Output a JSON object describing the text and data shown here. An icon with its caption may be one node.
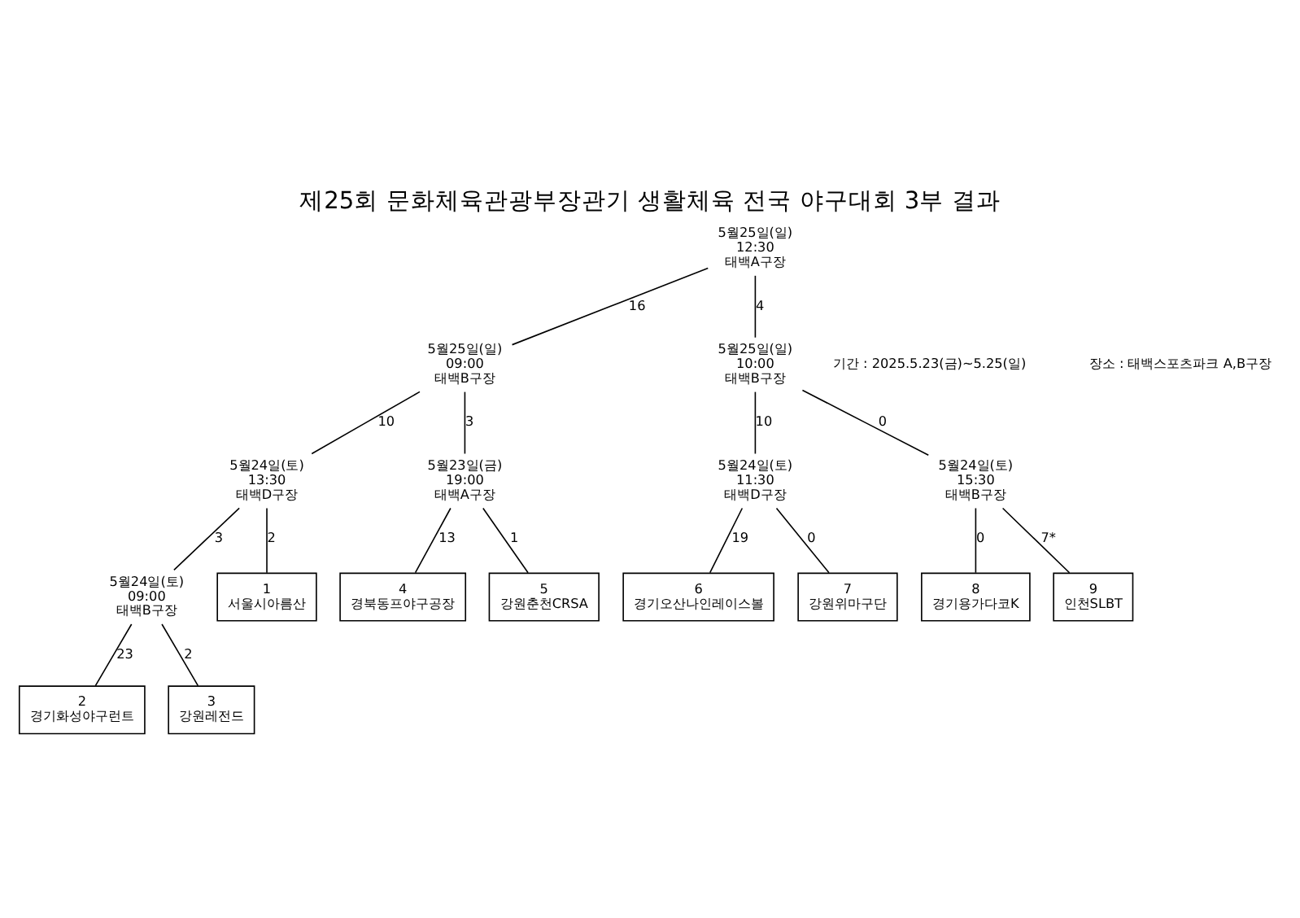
{
  "diagram": {
    "title": "제25회 문화체육관광부장관기 생활체육 전국 야구대회 3부 결과",
    "nodes": [
      {
        "text": [
          "5월25일(일)",
          "12:30",
          "태백A구장"
        ]
      },
      {
        "text": [
          "5월25일(일)",
          "09:00",
          "태백B구장"
        ]
      },
      {
        "text": [
          "5월25일(일)",
          "10:00",
          "태백B구장"
        ]
      },
      {
        "text": [
          "5월24일(토)",
          "13:30",
          "태백D구장"
        ]
      },
      {
        "text": [
          "5월23일(금)",
          "19:00",
          "태백A구장"
        ]
      },
      {
        "text": [
          "5월24일(토)",
          "11:30",
          "태백D구장"
        ]
      },
      {
        "text": [
          "5월24일(토)",
          "15:30",
          "태백B구장"
        ]
      },
      {
        "text": [
          "5월24일(토)",
          "09:00",
          "태백B구장"
        ]
      },
      {
        "text": [
          "1",
          "서울시아름산"
        ]
      },
      {
        "text": [
          "2",
          "경기화성야구런트"
        ]
      },
      {
        "text": [
          "3",
          "강원레전드"
        ]
      },
      {
        "text": [
          "4",
          "경북동프야구공장"
        ]
      },
      {
        "text": [
          "5",
          "강원춘천CRSA"
        ]
      },
      {
        "text": [
          "6",
          "경기오산나인레이스볼"
        ]
      },
      {
        "text": [
          "7",
          "강원위마구단"
        ]
      },
      {
        "text": [
          "8",
          "경기용가다코K"
        ]
      },
      {
        "text": [
          "9",
          "인천SLBT"
        ]
      }
    ],
    "edges": [
      {
        "from": 1,
        "to": 0,
        "label": "16",
        "arrow": "none"
      },
      {
        "from": 2,
        "to": 0,
        "label": "4",
        "arrow": "none"
      },
      {
        "from": 3,
        "to": 1,
        "label": "10",
        "arrow": "none"
      },
      {
        "from": 4,
        "to": 1,
        "label": "3",
        "arrow": "none"
      },
      {
        "from": 5,
        "to": 2,
        "label": "10",
        "arrow": "none"
      },
      {
        "from": 6,
        "to": 2,
        "label": "0",
        "arrow": "none"
      },
      {
        "from": 8,
        "to": 3,
        "label": "2",
        "arrow": "none"
      },
      {
        "from": 7,
        "to": 3,
        "label": "3",
        "arrow": "none"
      },
      {
        "from": 9,
        "to": 7,
        "label": "23",
        "arrow": "none"
      },
      {
        "from": 10,
        "to": 7,
        "label": "2",
        "arrow": "none"
      },
      {
        "from": 11,
        "to": 4,
        "label": "13",
        "arrow": "none"
      },
      {
        "from": 12,
        "to": 4,
        "label": "1",
        "arrow": "none"
      },
      {
        "from": 13,
        "to": 5,
        "label": "19",
        "arrow": "none"
      },
      {
        "from": 14,
        "to": 5,
        "label": "0",
        "arrow": "none"
      },
      {
        "from": 15,
        "to": 6,
        "label": "0",
        "arrow": "none"
      },
      {
        "from": 16,
        "to": 6,
        "label": "7*",
        "arrow": "none"
      }
    ],
    "labels": [
      "기간 : 2025.5.23(금)~5.25(일)",
      "장소 : 태백스포츠파크 A,B구장"
    ]
  }
}
